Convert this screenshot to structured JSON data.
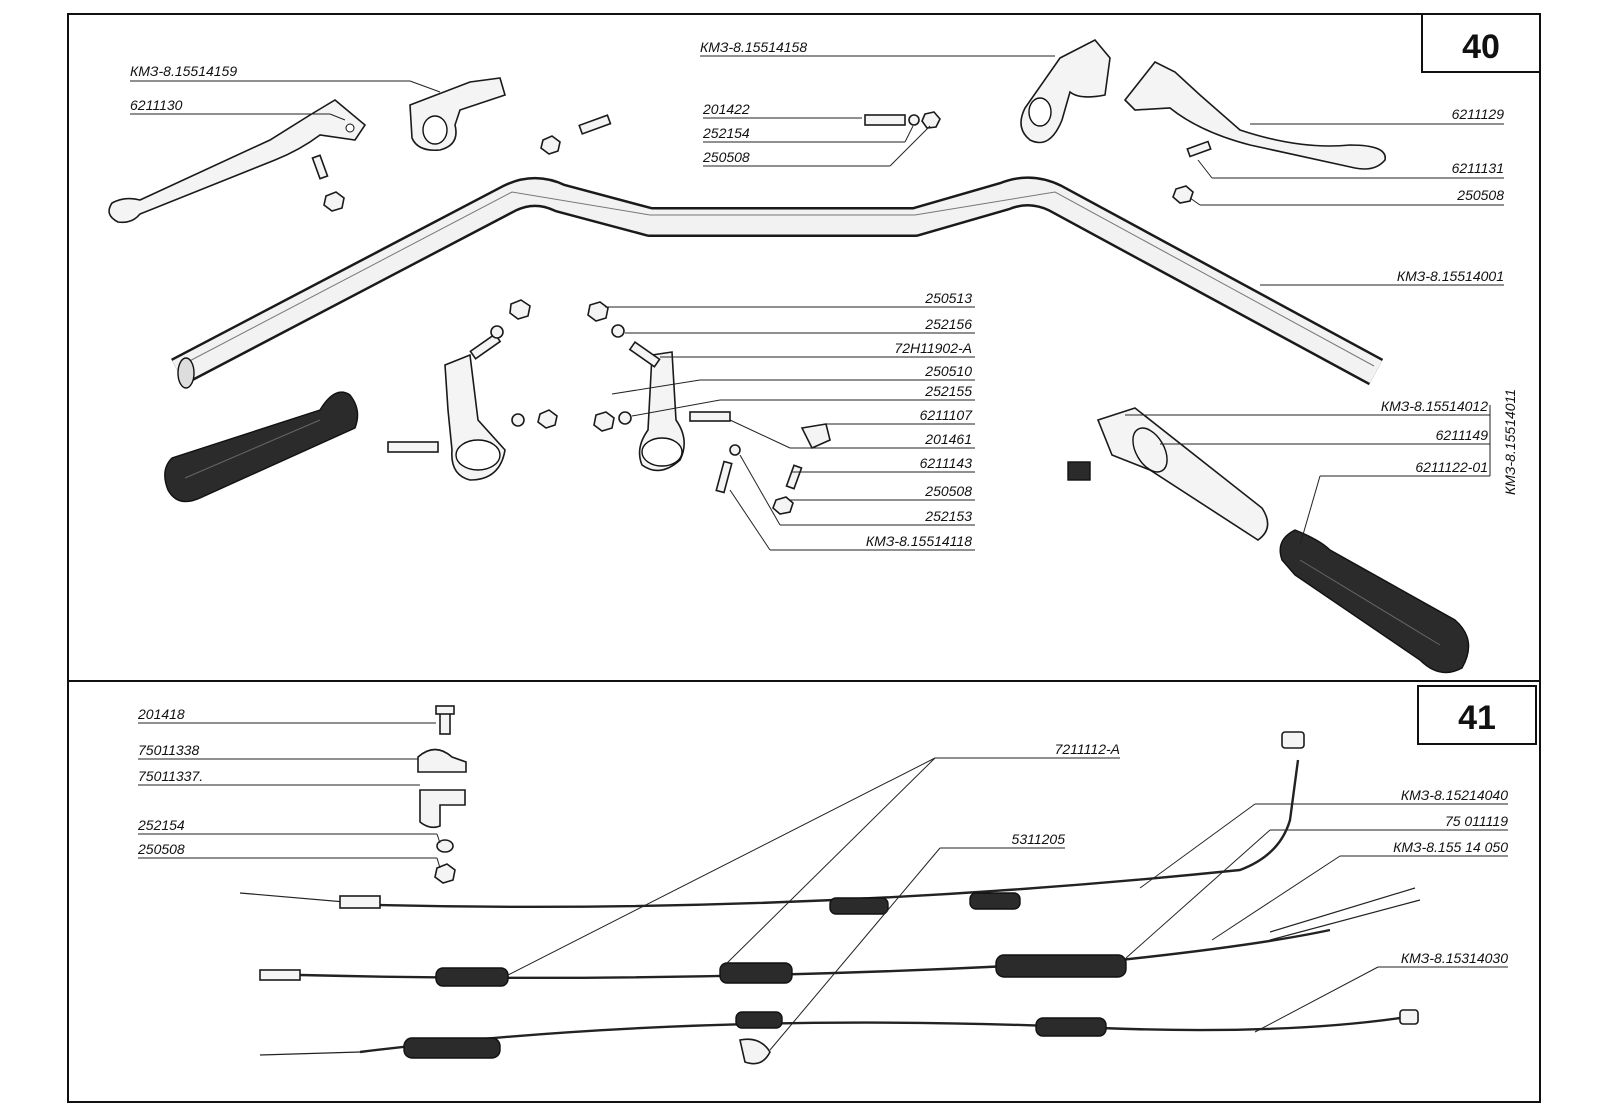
{
  "panels": [
    {
      "number": "40",
      "labels": [
        "КМЗ-8.15514159",
        "6211130",
        "КМЗ-8.15514158",
        "201422",
        "252154",
        "250508",
        "6211129",
        "6211131",
        "250508",
        "КМЗ-8.15514001",
        "250513",
        "252156",
        "72H11902-A",
        "250510",
        "252155",
        "6211107",
        "201461",
        "6211143",
        "250508",
        "252153",
        "КМЗ-8.15514118",
        "КМЗ-8.15514012",
        "6211149",
        "6211122-01",
        "КМЗ-8.15514011"
      ]
    },
    {
      "number": "41",
      "labels": [
        "201418",
        "75011338",
        "75011337.",
        "252154",
        "250508",
        "7211112-A",
        "5311205",
        "КМЗ-8.15214040",
        "75 011119",
        "КМЗ-8.155 14 050",
        "КМЗ-8.15314030"
      ]
    }
  ]
}
